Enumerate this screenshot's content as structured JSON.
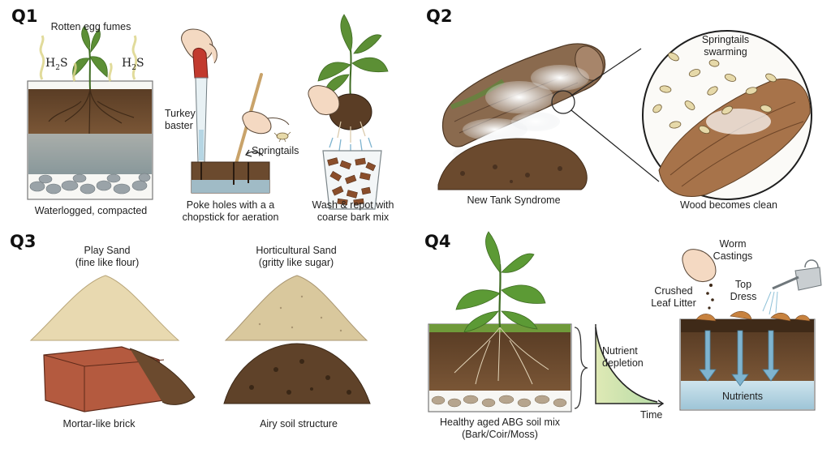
{
  "q1": {
    "tag": "Q1",
    "fumes_label": "Rotten egg fumes",
    "gas_left": {
      "base": "H",
      "sub": "2",
      "tail": "S"
    },
    "gas_right": {
      "base": "H",
      "sub": "2",
      "tail": "S"
    },
    "pot_label": "Waterlogged, compacted",
    "baster_label": [
      "Turkey",
      "baster"
    ],
    "springtails_label": "Springtails",
    "poke_label": [
      "Poke holes with a  a",
      "chopstick for aeration"
    ],
    "repot_label": [
      "Wash & repot with",
      "coarse bark mix"
    ]
  },
  "q2": {
    "tag": "Q2",
    "swarm_label": [
      "Springtails",
      "swarming"
    ],
    "log_label": "New Tank Syndrome",
    "clean_label": "Wood becomes clean"
  },
  "q3": {
    "tag": "Q3",
    "play_sand": [
      "Play Sand",
      "(fine like flour)"
    ],
    "hort_sand": [
      "Horticultural Sand",
      "(gritty like sugar)"
    ],
    "brick_label": "Mortar-like brick",
    "airy_label": "Airy soil structure"
  },
  "q4": {
    "tag": "Q4",
    "mix_label": [
      "Healthy aged ABG soil mix",
      "(Bark/Coir/Moss)"
    ],
    "nutrient_label": [
      "Nutrient",
      "depletion"
    ],
    "time_label": "Time",
    "castings_label": [
      "Worm",
      "Castings"
    ],
    "leaf_label": [
      "Crushed",
      "Leaf Litter"
    ],
    "topdress_label": [
      "Top",
      "Dress"
    ],
    "nutrients_label": "Nutrients"
  },
  "icons": [
    "plant-icon",
    "hand-icon",
    "baster-icon",
    "chopstick-icon",
    "springtail-icon",
    "log-icon",
    "magnifier-icon",
    "brick-icon",
    "watering-can-icon",
    "arrow-down-icon"
  ],
  "colors": {
    "soil": "#6b4a2e",
    "soil_dark": "#4a3220",
    "water": "#a9cfe0",
    "leaf": "#4f8a34",
    "sand_fine": "#e6d7ae",
    "sand_gritty": "#d8c79c",
    "brick": "#b45a3f",
    "curve_fill": "#cfe6b8"
  }
}
